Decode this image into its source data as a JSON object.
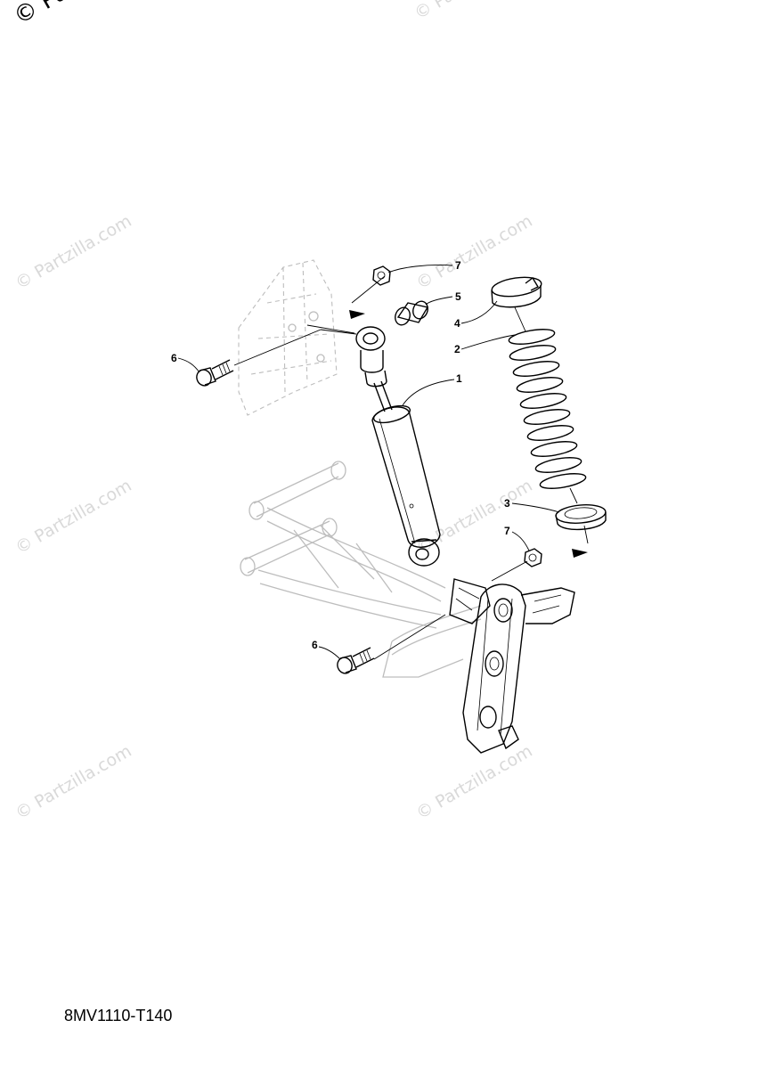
{
  "watermark": {
    "text": "© Partzilla.com",
    "corner_text": "© Pa"
  },
  "diagram_code": "8MV1110-T140",
  "callouts": [
    {
      "id": "c1",
      "label": "1"
    },
    {
      "id": "c2",
      "label": "2"
    },
    {
      "id": "c3",
      "label": "3"
    },
    {
      "id": "c4",
      "label": "4"
    },
    {
      "id": "c5",
      "label": "5"
    },
    {
      "id": "c6a",
      "label": "6"
    },
    {
      "id": "c6b",
      "label": "6"
    },
    {
      "id": "c7a",
      "label": "7"
    },
    {
      "id": "c7b",
      "label": "7"
    }
  ],
  "colors": {
    "line": "#000000",
    "ghost_line": "#bdbdbd",
    "watermark": "#d9d9d9",
    "background": "#ffffff"
  }
}
